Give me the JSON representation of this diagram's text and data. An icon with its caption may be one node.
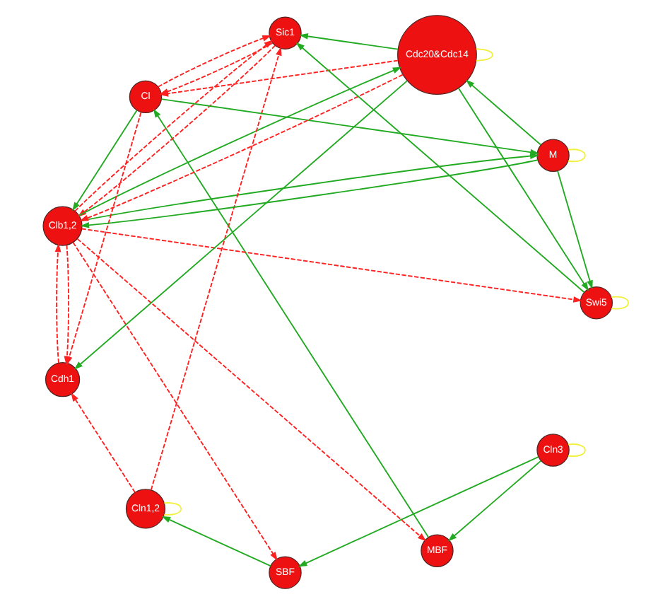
{
  "diagram": {
    "nodes": [
      {
        "text": [
          "Cln3"
        ]
      },
      {
        "text": [
          "SBF"
        ]
      },
      {
        "text": [
          "MBF"
        ]
      },
      {
        "text": [
          "Sic1"
        ]
      },
      {
        "text": [
          "Clb1,2"
        ]
      },
      {
        "text": [
          "Cln1,2"
        ]
      },
      {
        "text": [
          "Cl"
        ]
      },
      {
        "text": [
          "Cdh1"
        ]
      },
      {
        "text": [
          "M"
        ]
      },
      {
        "text": [
          "Cdc20&Cdc14"
        ]
      },
      {
        "text": [
          "Swi5"
        ]
      }
    ],
    "edges": [
      {
        "from": 0,
        "to": 1,
        "arrow": "to"
      },
      {
        "from": 0,
        "to": 2,
        "arrow": "to"
      },
      {
        "from": 1,
        "to": 5,
        "arrow": "to"
      },
      {
        "from": 2,
        "to": 6,
        "arrow": "to"
      },
      {
        "from": 6,
        "to": 4,
        "arrow": "to"
      },
      {
        "from": 6,
        "to": 8,
        "arrow": "to"
      },
      {
        "from": 4,
        "to": 8,
        "arrow": "to"
      },
      {
        "from": 8,
        "to": 4,
        "arrow": "to"
      },
      {
        "from": 8,
        "to": 10,
        "arrow": "to"
      },
      {
        "from": 8,
        "to": 9,
        "arrow": "to"
      },
      {
        "from": 4,
        "to": 9,
        "arrow": "to"
      },
      {
        "from": 9,
        "to": 7,
        "arrow": "to"
      },
      {
        "from": 9,
        "to": 10,
        "arrow": "to"
      },
      {
        "from": 9,
        "to": 3,
        "arrow": "to"
      },
      {
        "from": 10,
        "to": 3,
        "arrow": "to"
      },
      {
        "from": 4,
        "to": 1,
        "arrow": "to",
        "style": "dashed",
        "color": "#ff2020"
      },
      {
        "from": 4,
        "to": 2,
        "arrow": "to",
        "style": "dashed",
        "color": "#ff2020"
      },
      {
        "from": 5,
        "to": 3,
        "arrow": "to",
        "style": "dashed",
        "color": "#ff2020"
      },
      {
        "from": 3,
        "to": 4,
        "arrow": "to",
        "style": "dashed",
        "color": "#ff2020"
      },
      {
        "from": 4,
        "to": 3,
        "arrow": "to",
        "style": "dashed",
        "color": "#ff2020"
      },
      {
        "from": 3,
        "to": 6,
        "arrow": "to",
        "style": "dashed",
        "color": "#ff2020"
      },
      {
        "from": 6,
        "to": 3,
        "arrow": "to",
        "style": "dashed",
        "color": "#ff2020"
      },
      {
        "from": 5,
        "to": 7,
        "arrow": "to",
        "style": "dashed",
        "color": "#ff2020"
      },
      {
        "from": 4,
        "to": 7,
        "arrow": "to",
        "style": "dashed",
        "color": "#ff2020"
      },
      {
        "from": 7,
        "to": 4,
        "arrow": "to",
        "style": "dashed",
        "color": "#ff2020"
      },
      {
        "from": 6,
        "to": 7,
        "arrow": "to",
        "style": "dashed",
        "color": "#ff2020"
      },
      {
        "from": 9,
        "to": 4,
        "arrow": "to",
        "style": "dashed",
        "color": "#ff2020"
      },
      {
        "from": 9,
        "to": 6,
        "arrow": "to",
        "style": "dashed",
        "color": "#ff2020"
      },
      {
        "from": 4,
        "to": 10,
        "arrow": "to",
        "style": "dashed",
        "color": "#ff2020"
      },
      {
        "from": 0,
        "to": 0,
        "arrow": "none",
        "color": "#f0f040"
      },
      {
        "from": 5,
        "to": 5,
        "arrow": "none",
        "color": "#f0f040"
      },
      {
        "from": 8,
        "to": 8,
        "arrow": "none",
        "color": "#f0f040"
      },
      {
        "from": 9,
        "to": 9,
        "arrow": "none",
        "color": "#f0f040"
      },
      {
        "from": 10,
        "to": 10,
        "arrow": "none",
        "color": "#f0f040"
      }
    ]
  }
}
